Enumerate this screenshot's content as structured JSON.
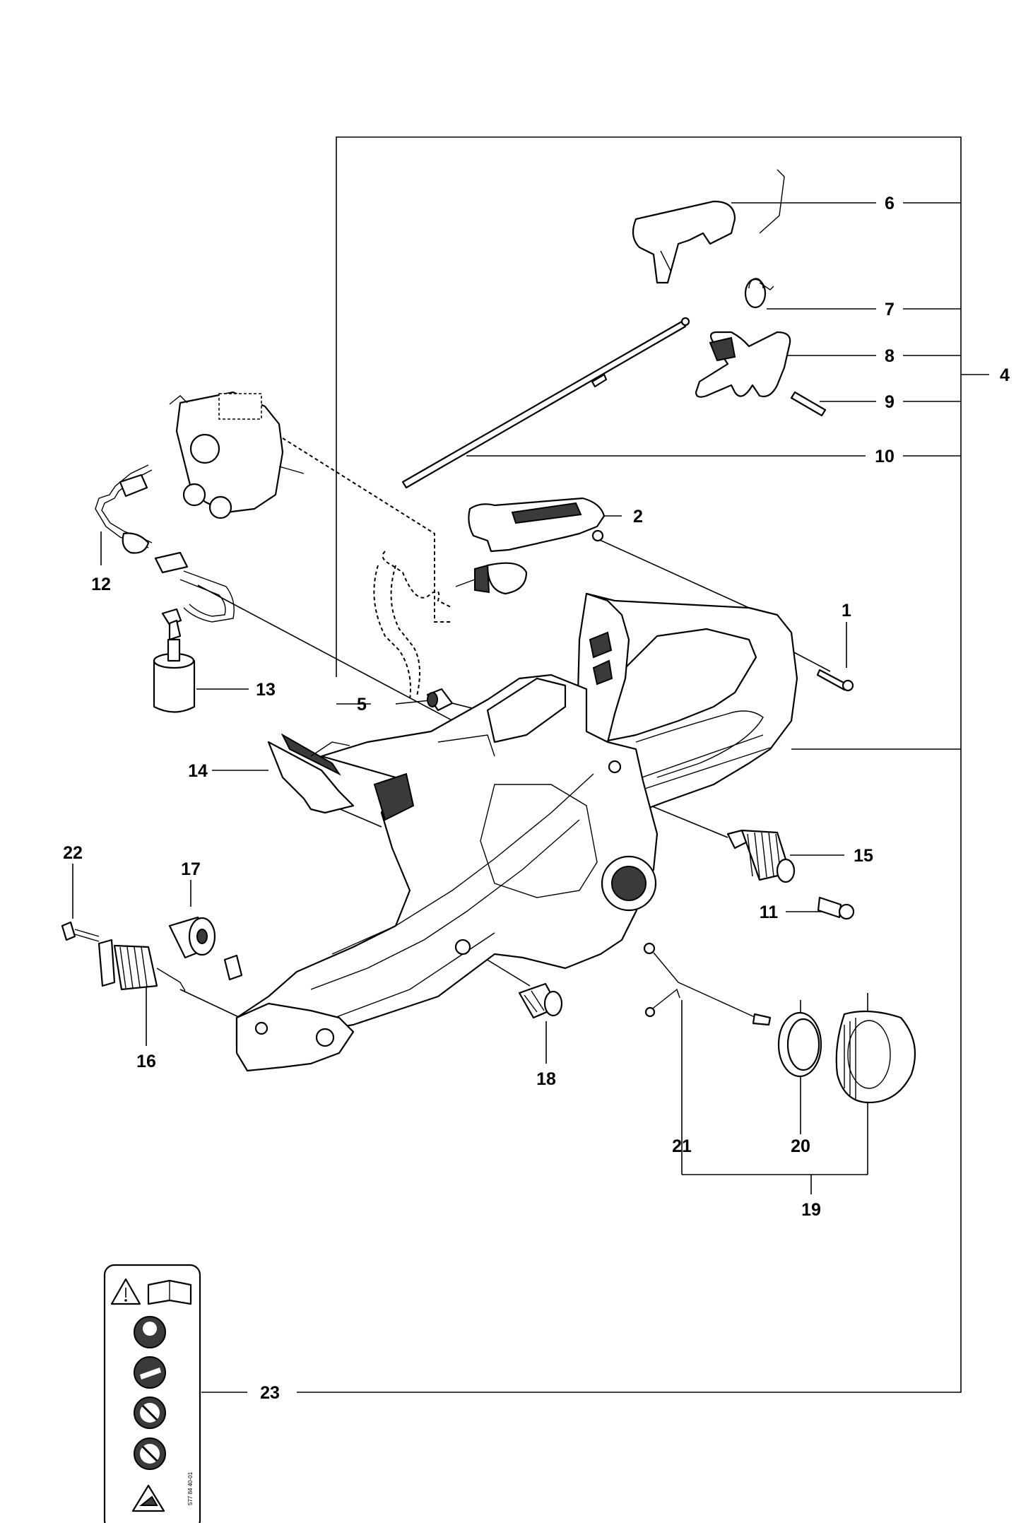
{
  "labels": {
    "p1": "1",
    "p2": "2",
    "p4": "4",
    "p5": "5",
    "p6": "6",
    "p7": "7",
    "p8": "8",
    "p9": "9",
    "p10": "10",
    "p11": "11",
    "p12": "12",
    "p13": "13",
    "p14": "14",
    "p15": "15",
    "p16": "16",
    "p17": "17",
    "p18": "18",
    "p19": "19",
    "p20": "20",
    "p21": "21",
    "p22": "22",
    "p23": "23"
  },
  "decal": {
    "part_number": "577 84 40-01",
    "icons": [
      "warning-triangle-icon",
      "manual-book-icon",
      "ear-eye-protection-icon",
      "two-hand-operation-icon",
      "no-one-hand-operation-icon",
      "no-kickback-icon",
      "kickback-warning-icon"
    ]
  }
}
